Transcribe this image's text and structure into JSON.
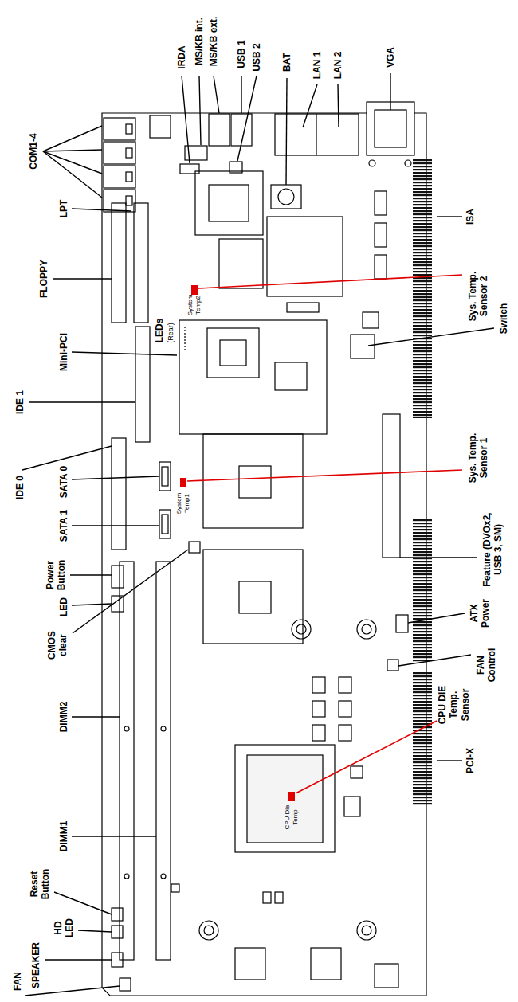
{
  "diagram": {
    "labels": [
      "COM1-4",
      "IRDA",
      "MS/KB int.",
      "MS/KB ext.",
      "USB 1",
      "USB 2",
      "BAT",
      "LAN 1",
      "LAN 2",
      "VGA",
      "ISA",
      "Sys. Temp. Sensor 2",
      "Switch",
      "Sys. Temp. Sensor 1",
      "Feature (DVOx2, USB 3, SM)",
      "ATX Power",
      "FAN Control",
      "CPU DIE Temp. Sensor",
      "PCI-X",
      "LPT",
      "FLOPPY",
      "LEDs",
      "(Rear)",
      "Mini-PCI",
      "IDE 1",
      "IDE 0",
      "SATA 0",
      "SATA 1",
      "Power Button",
      "LED",
      "CMOS clear",
      "DIMM2",
      "DIMM1",
      "Reset Button",
      "HD LED",
      "SPEAKER",
      "FAN",
      "System Temp2",
      "System Temp1",
      "CPU Die Temp"
    ]
  }
}
